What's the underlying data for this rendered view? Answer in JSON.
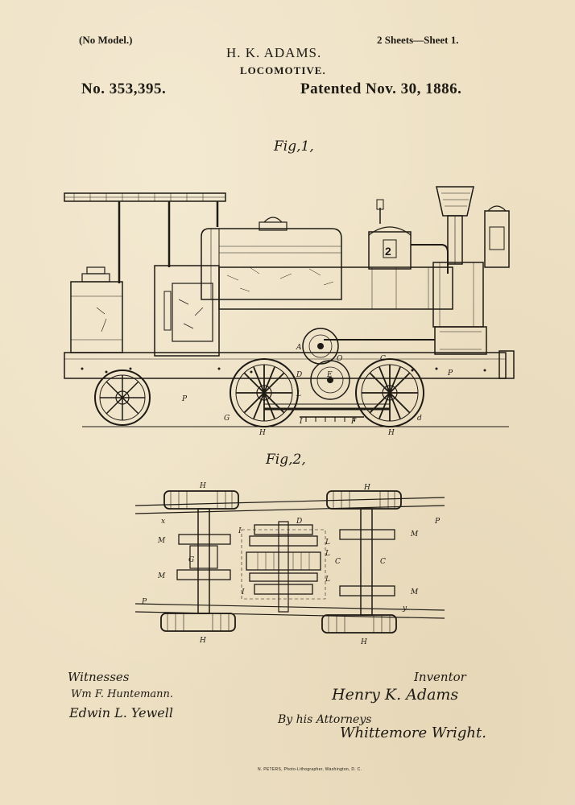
{
  "header": {
    "no_model": "(No Model.)",
    "inventor_name": "H. K. ADAMS.",
    "invention": "LOCOMOTIVE.",
    "sheets": "2 Sheets—Sheet 1.",
    "patent_number": "No. 353,395.",
    "patented_date": "Patented Nov. 30, 1886."
  },
  "figures": {
    "fig1_label": "Fig,1,",
    "fig2_label": "Fig,2,",
    "fig1_cab_number": "2",
    "fig1_letters": [
      "A",
      "O",
      "D",
      "E",
      "L",
      "G",
      "H",
      "I",
      "F",
      "d",
      "P",
      "P",
      "H",
      "C"
    ],
    "fig2_letters": [
      "H",
      "H",
      "x",
      "D",
      "P",
      "I",
      "M",
      "M",
      "G",
      "L",
      "C",
      "C",
      "M",
      "L",
      "I",
      "M",
      "P",
      "y",
      "H",
      "H",
      "L"
    ]
  },
  "signatures": {
    "witnesses_label": "Witnesses",
    "witness_1": "Wm F. Huntemann.",
    "witness_2": "Edwin L. Yewell",
    "inventor_label": "Inventor",
    "inventor_signature": "Henry K. Adams",
    "by_attorneys": "By his Attorneys",
    "attorney_signature": "Whittemore Wright."
  },
  "footer": {
    "printer": "N. PETERS, Photo-Lithographer, Washington, D. C."
  }
}
